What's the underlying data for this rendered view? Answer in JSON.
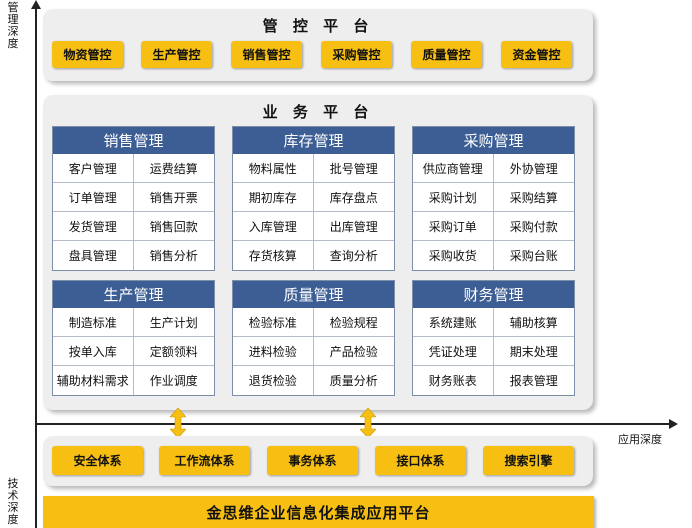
{
  "axes": {
    "vertical_top_label": [
      "管",
      "理",
      "深",
      "度"
    ],
    "vertical_bottom_label": [
      "技",
      "术",
      "深",
      "度"
    ],
    "horizontal_label": "应用深度"
  },
  "control_platform": {
    "title": "管 控 平 台",
    "items": [
      "物资管控",
      "生产管控",
      "销售管控",
      "采购管控",
      "质量管控",
      "资金管控"
    ]
  },
  "business_platform": {
    "title": "业 务 平 台",
    "modules": [
      {
        "title": "销售管理",
        "cells": [
          "客户管理",
          "运费结算",
          "订单管理",
          "销售开票",
          "发货管理",
          "销售回款",
          "盘具管理",
          "销售分析"
        ]
      },
      {
        "title": "库存管理",
        "cells": [
          "物料属性",
          "批号管理",
          "期初库存",
          "库存盘点",
          "入库管理",
          "出库管理",
          "存货核算",
          "查询分析"
        ]
      },
      {
        "title": "采购管理",
        "cells": [
          "供应商管理",
          "外协管理",
          "采购计划",
          "采购结算",
          "采购订单",
          "采购付款",
          "采购收货",
          "采购台账"
        ]
      },
      {
        "title": "生产管理",
        "cells": [
          "制造标准",
          "生产计划",
          "按单入库",
          "定额领料",
          "辅助材料需求",
          "作业调度"
        ]
      },
      {
        "title": "质量管理",
        "cells": [
          "检验标准",
          "检验规程",
          "进料检验",
          "产品检验",
          "退货检验",
          "质量分析"
        ]
      },
      {
        "title": "财务管理",
        "cells": [
          "系统建账",
          "辅助核算",
          "凭证处理",
          "期末处理",
          "财务账表",
          "报表管理"
        ]
      }
    ]
  },
  "tech_layer": {
    "items": [
      "安全体系",
      "工作流体系",
      "事务体系",
      "接口体系",
      "搜索引擎"
    ]
  },
  "base_platform": {
    "title": "金思维企业信息化集成应用平台"
  },
  "colors": {
    "accent_yellow": "#f7bf12",
    "module_header_blue": "#3c5e94",
    "panel_gray": "#eeeeee"
  }
}
